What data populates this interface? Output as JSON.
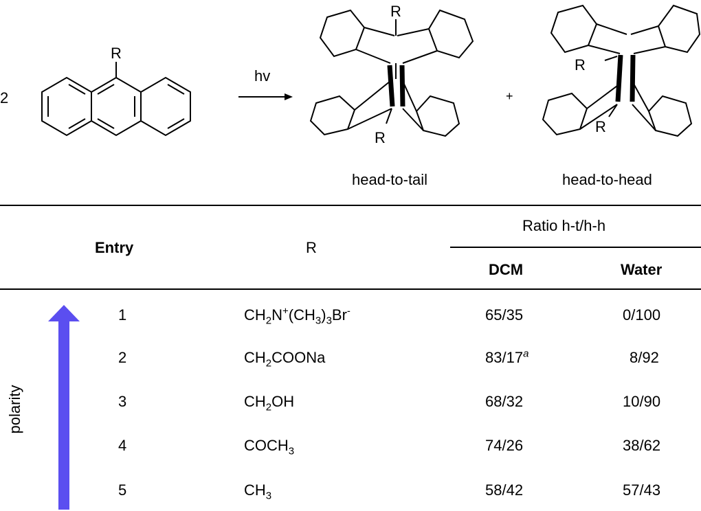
{
  "scheme": {
    "coefficient": "2",
    "substituent_label": "R",
    "conditions": "hv",
    "plus_sign": "+",
    "product_1_label": "head-to-tail",
    "product_2_label": "head-to-head"
  },
  "table": {
    "headers": {
      "entry": "Entry",
      "r": "R",
      "ratio_group": "Ratio h-t/h-h",
      "dcm": "DCM",
      "water": "Water"
    },
    "rows": [
      {
        "entry": "1",
        "r_parts": [
          [
            "t",
            "CH"
          ],
          [
            "sub",
            "2"
          ],
          [
            "t",
            "N"
          ],
          [
            "sup",
            "+"
          ],
          [
            "t",
            "(CH"
          ],
          [
            "sub",
            "3"
          ],
          [
            "t",
            ")"
          ],
          [
            "sub",
            "3"
          ],
          [
            "t",
            "Br"
          ],
          [
            "sup",
            "-"
          ]
        ],
        "dcm": "65/35",
        "dcm_note": "",
        "water": "0/100"
      },
      {
        "entry": "2",
        "r_parts": [
          [
            "t",
            "CH"
          ],
          [
            "sub",
            "2"
          ],
          [
            "t",
            "COONa"
          ]
        ],
        "dcm": "83/17",
        "dcm_note": "a",
        "water": "8/92"
      },
      {
        "entry": "3",
        "r_parts": [
          [
            "t",
            "CH"
          ],
          [
            "sub",
            "2"
          ],
          [
            "t",
            "OH"
          ]
        ],
        "dcm": "68/32",
        "dcm_note": "",
        "water": "10/90"
      },
      {
        "entry": "4",
        "r_parts": [
          [
            "t",
            "COCH"
          ],
          [
            "sub",
            "3"
          ]
        ],
        "dcm": "74/26",
        "dcm_note": "",
        "water": "38/62"
      },
      {
        "entry": "5",
        "r_parts": [
          [
            "t",
            "CH"
          ],
          [
            "sub",
            "3"
          ]
        ],
        "dcm": "58/42",
        "dcm_note": "",
        "water": "57/43"
      }
    ],
    "polarity_label": "polarity",
    "arrow_color": "#5b4ef0"
  }
}
